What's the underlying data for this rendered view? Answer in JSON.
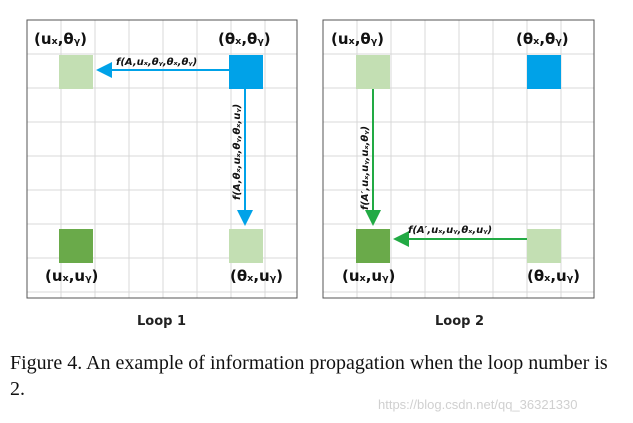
{
  "panel1": {
    "label": "Loop 1",
    "corner_tl": "(uₓ,θᵧ)",
    "corner_tr": "(θₓ,θᵧ)",
    "corner_bl": "(uₓ,uᵧ)",
    "corner_br": "(θₓ,uᵧ)",
    "func_horizontal": "f(A,uₓ,θᵧ,θₓ,θᵧ)",
    "func_vertical": "f(A,θₓ,uₓ,θᵧ,θₓ,uᵧ)"
  },
  "panel2": {
    "label": "Loop 2",
    "corner_tl": "(uₓ,θᵧ)",
    "corner_tr": "(θₓ,θᵧ)",
    "corner_bl": "(uₓ,uᵧ)",
    "corner_br": "(θₓ,uᵧ)",
    "func_vertical": "f(A′,uₓ,uᵧ,uₓ,θᵧ)",
    "func_horizontal": "f(A′,uₓ,uᵧ,θₓ,uᵧ)"
  },
  "caption": "Figure 4. An example of information propagation when the loop number is 2.",
  "watermark": "https://blog.csdn.net/qq_36321330",
  "colors": {
    "blue": "#00a2e8",
    "light_green": "#c3dfb3",
    "dark_green": "#6aaa4a",
    "arrow_blue": "#00a2e8",
    "arrow_green": "#22aa44",
    "grid": "#d8d8d8",
    "frame": "#555555"
  }
}
